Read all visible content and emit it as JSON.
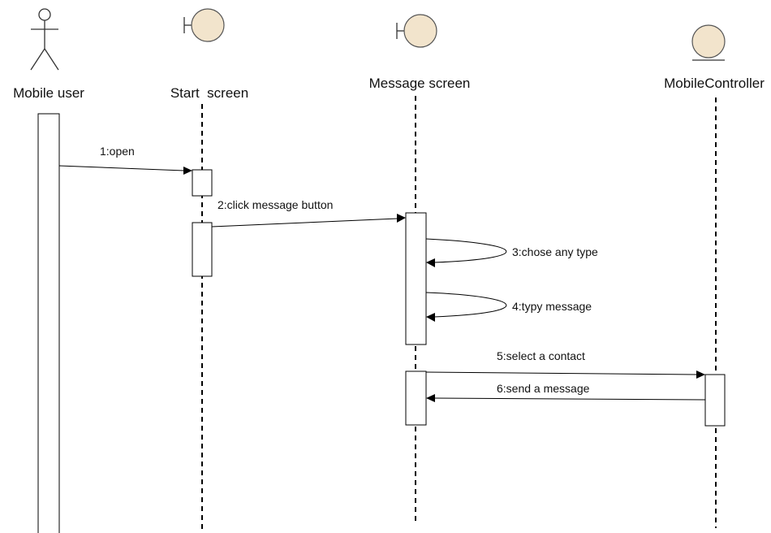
{
  "participants": [
    {
      "id": "mobile-user",
      "label": "Mobile user",
      "kind": "actor"
    },
    {
      "id": "start-screen",
      "label": "Start  screen",
      "kind": "boundary"
    },
    {
      "id": "message-screen",
      "label": "Message screen",
      "kind": "boundary"
    },
    {
      "id": "mobile-controller",
      "label": "MobileController",
      "kind": "entity"
    }
  ],
  "messages": [
    {
      "label": "1:open"
    },
    {
      "label": "2:click message button"
    },
    {
      "label": "3:chose any type"
    },
    {
      "label": "4:typy message"
    },
    {
      "label": "5:select a contact"
    },
    {
      "label": "6:send a message"
    }
  ]
}
